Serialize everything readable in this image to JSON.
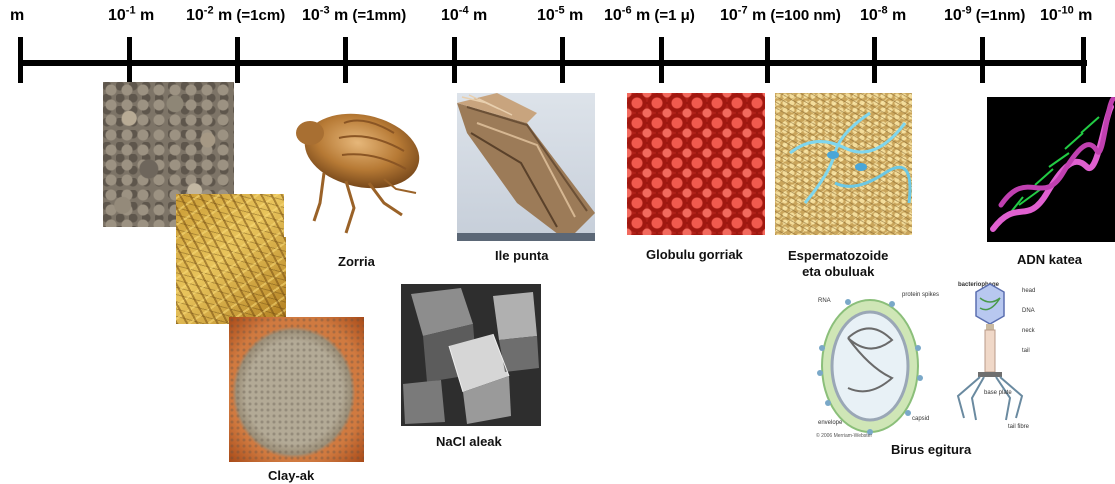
{
  "scale": {
    "labels": [
      {
        "base": "m",
        "exp": "",
        "unit": "",
        "note": ""
      },
      {
        "base": "10",
        "exp": "-1",
        "unit": " m",
        "note": ""
      },
      {
        "base": "10",
        "exp": "-2",
        "unit": " m",
        "note": " (=1cm)"
      },
      {
        "base": "10",
        "exp": "-3",
        "unit": " m",
        "note": " (=1mm)"
      },
      {
        "base": "10",
        "exp": "-4",
        "unit": " m",
        "note": ""
      },
      {
        "base": "10",
        "exp": "-5",
        "unit": " m",
        "note": ""
      },
      {
        "base": "10",
        "exp": "-6",
        "unit": " m",
        "note": " (=1 μ)"
      },
      {
        "base": "10",
        "exp": "-7",
        "unit": " m",
        "note": " (=100 nm)"
      },
      {
        "base": "10",
        "exp": "-8",
        "unit": " m",
        "note": ""
      },
      {
        "base": "10",
        "exp": "-9",
        "unit": "",
        "note": "  (=1nm)"
      },
      {
        "base": "10",
        "exp": "-10",
        "unit": " m",
        "note": ""
      }
    ]
  },
  "items": {
    "gravel": {
      "caption": ""
    },
    "straw": {
      "caption": ""
    },
    "clay": {
      "caption": "Clay-ak"
    },
    "flea": {
      "caption": "Zorria"
    },
    "nacl": {
      "caption": "NaCl aleak"
    },
    "hair": {
      "caption": "Ile punta"
    },
    "rbc": {
      "caption": "Globulu gorriak"
    },
    "sperm": {
      "caption_line1": "Espermatozoide",
      "caption_line2": "eta obuluak"
    },
    "virus": {
      "caption": "Birus egitura",
      "diagram_labels": {
        "rna": "RNA",
        "protein_spikes": "protein spikes",
        "envelope": "envelope",
        "capsid": "capsid",
        "bacteriophage": "bacteriophage",
        "head": "head",
        "dna": "DNA",
        "neck": "neck",
        "tail": "tail",
        "base_plate": "base plate",
        "tail_fibre": "tail fibre",
        "copyright": "© 2006 Merriam-Webster"
      }
    },
    "dna": {
      "caption": "ADN katea"
    }
  },
  "colors": {
    "ruler": "#000000",
    "text": "#000000",
    "page": "#ffffff"
  }
}
